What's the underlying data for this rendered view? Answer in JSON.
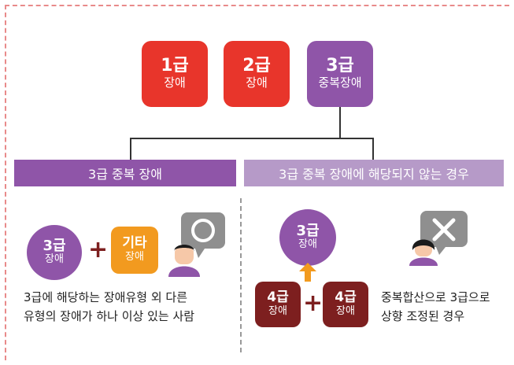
{
  "top_boxes": [
    {
      "big": "1급",
      "small": "장애"
    },
    {
      "big": "2급",
      "small": "장애"
    },
    {
      "big": "3급",
      "small": "중복장애"
    }
  ],
  "left_bar": "3급 중복 장애",
  "right_bar": "3급 중복 장애에 해당되지 않는 경우",
  "left": {
    "circle_big": "3급",
    "circle_small": "장애",
    "plus": "+",
    "box_big": "기타",
    "box_small": "장애",
    "caption_line1": "3급에 해당하는 장애유형 외 다른",
    "caption_line2": "유형의 장애가 하나 이상 있는 사람",
    "bubble_icon": "circle-o-icon"
  },
  "right": {
    "circle_big": "3급",
    "circle_small": "장애",
    "box1_big": "4급",
    "box1_small": "장애",
    "plus": "+",
    "box2_big": "4급",
    "box2_small": "장애",
    "caption_line1": "중복합산으로 3급으로",
    "caption_line2": "상향 조정된 경우",
    "bubble_icon": "x-mark-icon"
  },
  "colors": {
    "red": "#e8352b",
    "purple": "#8f55a8",
    "light_purple": "#b69ac8",
    "orange": "#f29a1f",
    "dark_red": "#7d1f1f"
  }
}
